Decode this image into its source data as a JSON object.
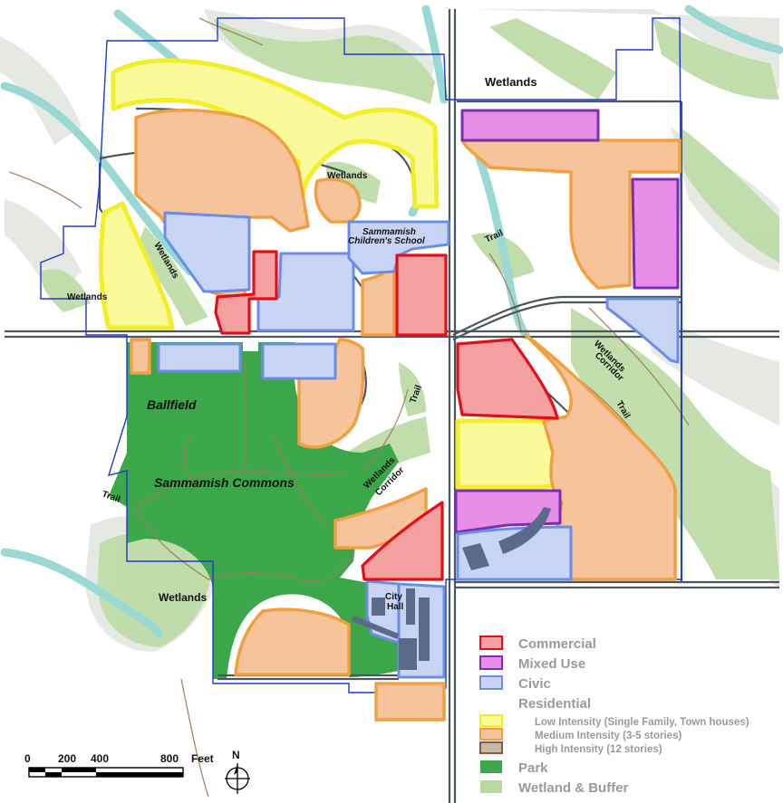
{
  "map_labels": {
    "wetlands_top_right": "Wetlands",
    "wetlands_center": "Wetlands",
    "wetlands_diagonal": "Wetlands",
    "wetlands_left": "Wetlands",
    "wetlands_bottom_left": "Wetlands",
    "school_line1": "Sammamish",
    "school_line2": "Children's School",
    "trail_ne": "Trail",
    "trail_center": "Trail",
    "trail_east": "Trail",
    "trail_west": "Trail",
    "corridor_east_1": "Wetlands",
    "corridor_east_2": "Corridor",
    "corridor_center_1": "Wetlands",
    "corridor_center_2": "Corridor",
    "ballfield": "Ballfield",
    "commons": "Sammamish Commons",
    "city_hall_1": "City",
    "city_hall_2": "Hall"
  },
  "legend": {
    "items": [
      {
        "key": "commercial",
        "label": "Commercial",
        "fill": "#f4a0a0",
        "stroke": "#e0101a"
      },
      {
        "key": "mixed",
        "label": "Mixed Use",
        "fill": "#e88de8",
        "stroke": "#7a2fb0"
      },
      {
        "key": "civic",
        "label": "Civic",
        "fill": "#c8d4f4",
        "stroke": "#6a8ee8"
      }
    ],
    "residential_title": "Residential",
    "residential": [
      {
        "key": "low",
        "label": "Low Intensity (Single Family, Town houses)",
        "fill": "#fafa9a",
        "stroke": "#f0f020"
      },
      {
        "key": "medium",
        "label": "Medium Intensity (3-5 stories)",
        "fill": "#f7c39b",
        "stroke": "#f0a040"
      },
      {
        "key": "high",
        "label": "High Intensity (12 stories)",
        "fill": "#c8b8a8",
        "stroke": "#8a5a3a"
      }
    ],
    "park": {
      "label": "Park",
      "fill": "#3ca64a"
    },
    "wetland": {
      "label": "Wetland & Buffer",
      "fill": "#b8d8a0"
    }
  },
  "scale_bar": {
    "ticks": [
      "0",
      "200",
      "400",
      "800"
    ],
    "unit": "Feet",
    "north": "N"
  },
  "colors": {
    "commercial": "#f4a0a0",
    "commercial_edge": "#e0101a",
    "mixed": "#e88de8",
    "mixed_edge": "#7a2fb0",
    "civic": "#c8d4f4",
    "civic_edge": "#6a8ee8",
    "low_res": "#fafa9a",
    "low_res_edge": "#f0f020",
    "med_res": "#f7c39b",
    "med_res_edge": "#f0a040",
    "park": "#3ca64a",
    "wetland": "#b8d8a0",
    "water": "#9ad8d4",
    "boundary": "#1a3ad0",
    "road": "#505a60"
  }
}
